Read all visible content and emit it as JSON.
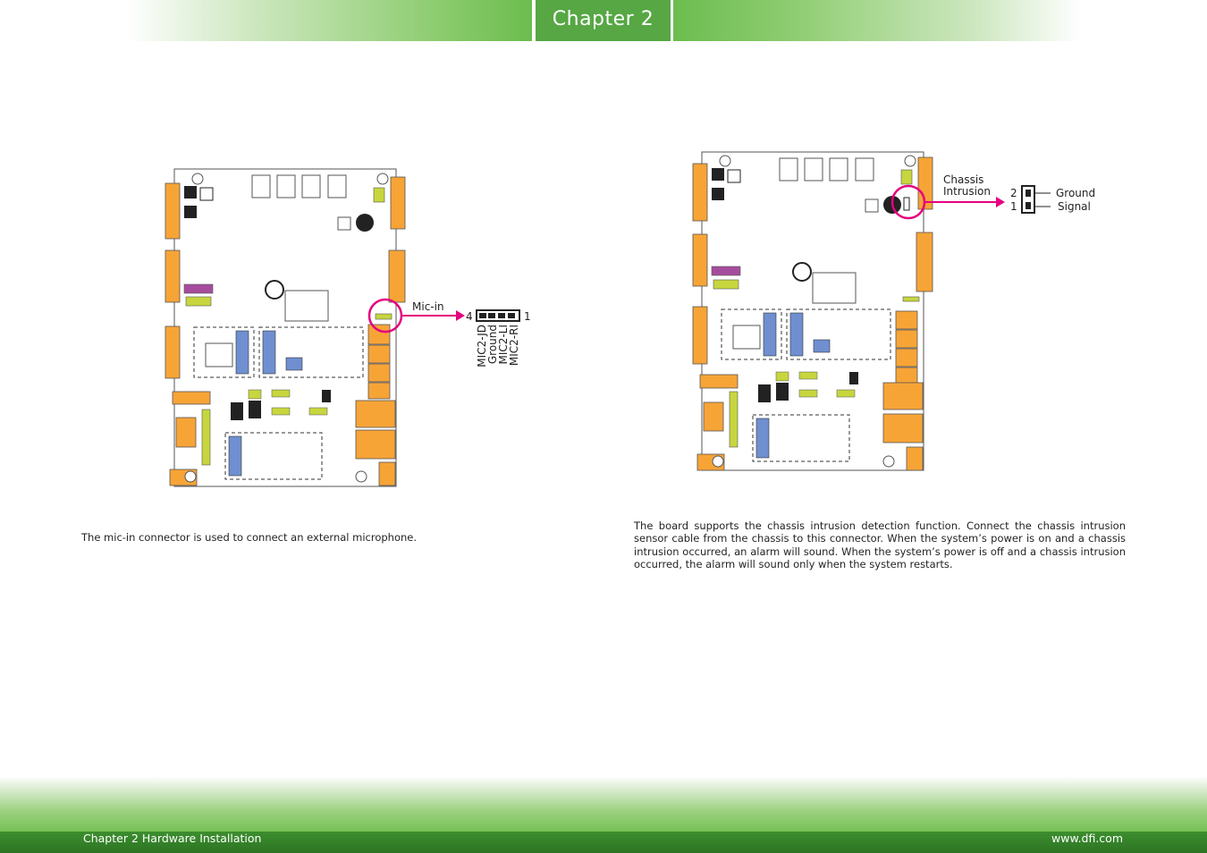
{
  "header": {
    "chapter_tab": "Chapter 2"
  },
  "left_diagram": {
    "callout_label": "Mic-in",
    "pin_left": "4",
    "pin_right": "1",
    "pin_names": [
      "MIC2-JD",
      "Ground",
      "MIC2-LI",
      "MIC2-RI"
    ]
  },
  "right_diagram": {
    "callout_label_line1": "Chassis",
    "callout_label_line2": "Intrusion",
    "pin_top_number": "2",
    "pin_bottom_number": "1",
    "pin_top_name": "Ground",
    "pin_bottom_name": "Signal"
  },
  "left_text": "The mic-in connector is used to connect an external microphone.",
  "right_text": "The board supports the chassis intrusion detection function. Connect the chassis intrusion sensor cable from the chassis to this connector. When the system’s power is on and a chassis intrusion occurred, an alarm will sound. When the system’s power is off and a chassis intrusion occurred, the alarm will sound only when the system restarts.",
  "footer": {
    "left": "Chapter 2 Hardware Installation",
    "right": "www.dfi.com"
  },
  "colors": {
    "accent_green": "#57a744",
    "highlight_magenta": "#e5007e",
    "connector_orange": "#f7a437",
    "pcb_blue": "#6f8fd0"
  }
}
